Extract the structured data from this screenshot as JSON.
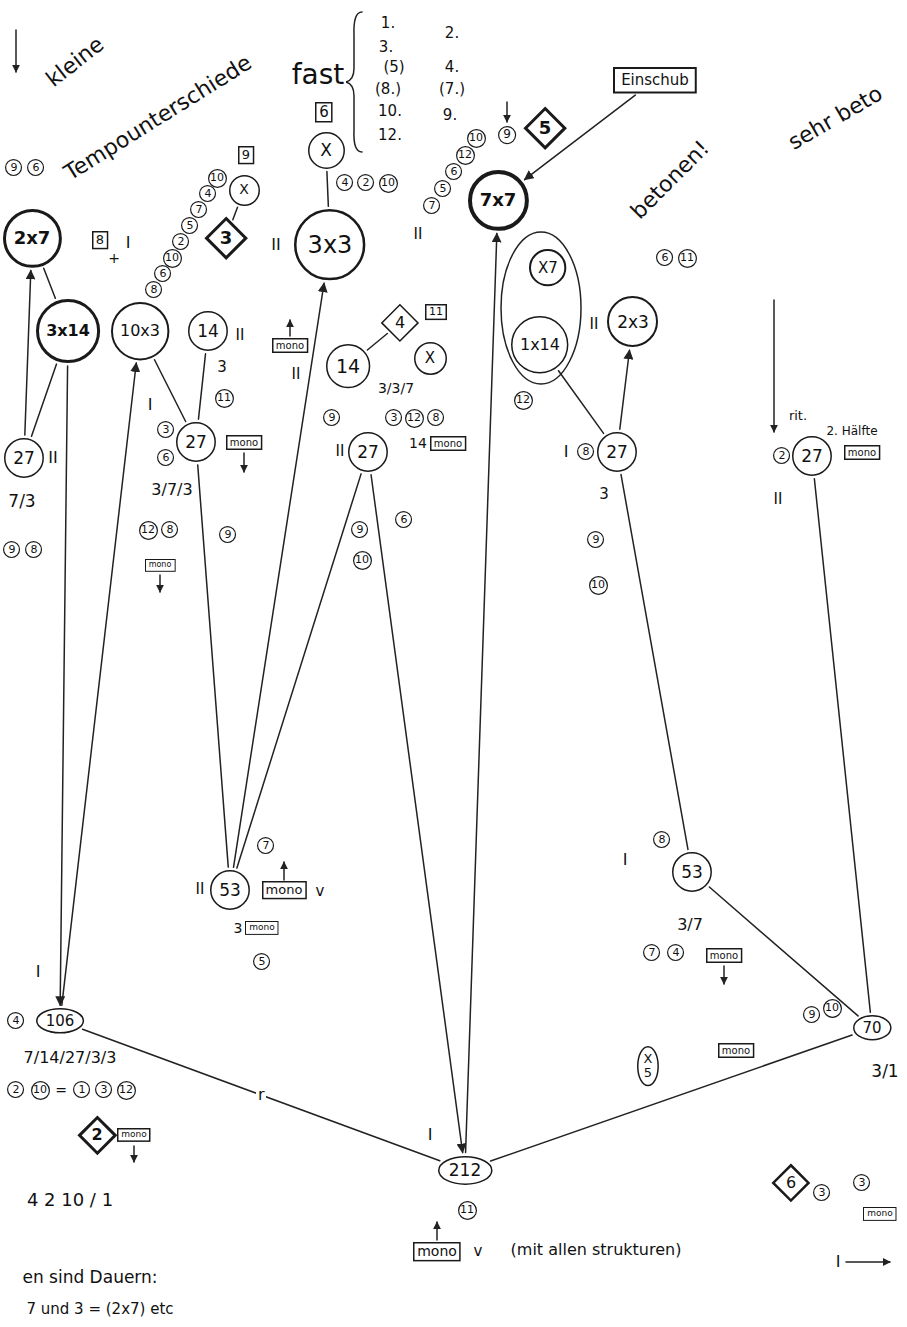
{
  "diagram": {
    "nodes": [
      {
        "text": [
          "2x7"
        ]
      },
      {
        "text": [
          "3x14"
        ]
      },
      {
        "text": [
          "10x3"
        ]
      },
      {
        "text": [
          "3"
        ]
      },
      {
        "text": [
          "X"
        ]
      },
      {
        "text": [
          "9"
        ]
      },
      {
        "text": [
          "14"
        ]
      },
      {
        "text": [
          "27"
        ]
      },
      {
        "text": [
          "27"
        ]
      },
      {
        "text": [
          "mono"
        ]
      },
      {
        "text": [
          "3x3"
        ]
      },
      {
        "text": [
          "X"
        ]
      },
      {
        "text": [
          "6"
        ]
      },
      {
        "text": [
          "4"
        ]
      },
      {
        "text": [
          "11"
        ]
      },
      {
        "text": [
          "X"
        ]
      },
      {
        "text": [
          "mono"
        ]
      },
      {
        "text": [
          "14"
        ]
      },
      {
        "text": [
          "27"
        ]
      },
      {
        "text": [
          "mono"
        ]
      },
      {
        "text": [
          "7x7"
        ]
      },
      {
        "text": [
          "5"
        ]
      },
      {
        "text": [
          "9"
        ]
      },
      {
        "text": [
          "Einschub"
        ]
      },
      {
        "text": [
          "X7"
        ]
      },
      {
        "text": [
          "1x14"
        ]
      },
      {
        "text": [
          "2x3"
        ]
      },
      {
        "text": [
          "27"
        ]
      },
      {
        "text": [
          "27"
        ]
      },
      {
        "text": [
          "mono"
        ]
      },
      {
        "text": [
          "53"
        ]
      },
      {
        "text": [
          "mono"
        ]
      },
      {
        "text": [
          "mono"
        ]
      },
      {
        "text": [
          "53"
        ]
      },
      {
        "text": [
          "mono"
        ]
      },
      {
        "text": [
          "X",
          "5"
        ]
      },
      {
        "text": [
          "mono"
        ]
      },
      {
        "text": [
          "106"
        ]
      },
      {
        "text": [
          "2"
        ]
      },
      {
        "text": [
          "mono"
        ]
      },
      {
        "text": [
          "212"
        ]
      },
      {
        "text": [
          "mono"
        ]
      },
      {
        "text": [
          "70"
        ]
      },
      {
        "text": [
          "6"
        ]
      },
      {
        "text": [
          "mono"
        ]
      },
      {
        "text": [
          "9"
        ]
      },
      {
        "text": [
          "6"
        ]
      },
      {
        "text": [
          "9"
        ]
      },
      {
        "text": [
          "8"
        ]
      },
      {
        "text": [
          "4"
        ]
      },
      {
        "text": [
          "2"
        ]
      },
      {
        "text": [
          "10"
        ]
      },
      {
        "text": [
          "1"
        ]
      },
      {
        "text": [
          "3"
        ]
      },
      {
        "text": [
          "12"
        ]
      },
      {
        "text": [
          "3"
        ]
      },
      {
        "text": [
          "6"
        ]
      },
      {
        "text": [
          "12"
        ]
      },
      {
        "text": [
          "8"
        ]
      },
      {
        "text": [
          "9"
        ]
      },
      {
        "text": [
          "11"
        ]
      },
      {
        "text": [
          "7"
        ]
      },
      {
        "text": [
          "5"
        ]
      },
      {
        "text": [
          "4"
        ]
      },
      {
        "text": [
          "2"
        ]
      },
      {
        "text": [
          "10"
        ]
      },
      {
        "text": [
          "9"
        ]
      },
      {
        "text": [
          "3"
        ]
      },
      {
        "text": [
          "12"
        ]
      },
      {
        "text": [
          "8"
        ]
      },
      {
        "text": [
          "9"
        ]
      },
      {
        "text": [
          "10"
        ]
      },
      {
        "text": [
          "6"
        ]
      },
      {
        "text": [
          "8"
        ]
      },
      {
        "text": [
          "9"
        ]
      },
      {
        "text": [
          "10"
        ]
      },
      {
        "text": [
          "2"
        ]
      },
      {
        "text": [
          "8"
        ]
      },
      {
        "text": [
          "7"
        ]
      },
      {
        "text": [
          "4"
        ]
      },
      {
        "text": [
          "10"
        ]
      },
      {
        "text": [
          "9"
        ]
      },
      {
        "text": [
          "3"
        ]
      },
      {
        "text": [
          "3"
        ]
      },
      {
        "text": [
          "11"
        ]
      },
      {
        "text": [
          "6"
        ]
      },
      {
        "text": [
          "11"
        ]
      },
      {
        "text": [
          "12"
        ]
      },
      {
        "text": [
          "7"
        ]
      },
      {
        "text": [
          "5"
        ]
      },
      {
        "text": [
          "6"
        ]
      },
      {
        "text": [
          "12"
        ]
      },
      {
        "text": [
          "10"
        ]
      },
      {
        "text": [
          "8"
        ]
      },
      {
        "text": [
          "6"
        ]
      },
      {
        "text": [
          "10"
        ]
      },
      {
        "text": [
          "2"
        ]
      },
      {
        "text": [
          "5"
        ]
      },
      {
        "text": [
          "7"
        ]
      },
      {
        "text": [
          "4"
        ]
      },
      {
        "text": [
          "10"
        ]
      },
      {
        "text": [
          "8"
        ]
      },
      {
        "text": [
          "mono"
        ]
      }
    ],
    "edges": [
      {
        "from": 7,
        "to": 0,
        "arrow": "to"
      },
      {
        "from": 1,
        "to": 0,
        "arrow": "none"
      },
      {
        "from": 1,
        "to": 7,
        "arrow": "none"
      },
      {
        "from": 1,
        "to": 37,
        "arrow": "to"
      },
      {
        "from": 37,
        "to": 2,
        "arrow": "to"
      },
      {
        "from": 2,
        "to": 8,
        "arrow": "none"
      },
      {
        "from": 6,
        "to": 8,
        "arrow": "none"
      },
      {
        "from": 13,
        "to": 17,
        "arrow": "none"
      },
      {
        "from": 30,
        "to": 10,
        "arrow": "to"
      },
      {
        "from": 30,
        "to": 8,
        "arrow": "none"
      },
      {
        "from": 30,
        "to": 18,
        "arrow": "none"
      },
      {
        "from": 18,
        "to": 40,
        "arrow": "to"
      },
      {
        "from": 40,
        "to": 20,
        "arrow": "to"
      },
      {
        "from": 27,
        "to": 25,
        "arrow": "none"
      },
      {
        "from": 27,
        "to": 26,
        "arrow": "to"
      },
      {
        "from": 23,
        "to": 20,
        "arrow": "to"
      },
      {
        "from": 27,
        "to": 33,
        "arrow": "none"
      },
      {
        "from": 33,
        "to": 42,
        "arrow": "none"
      },
      {
        "from": 28,
        "to": 42,
        "arrow": "none"
      },
      {
        "from": 37,
        "to": 40,
        "label": "r",
        "arrow": "none"
      },
      {
        "from": 40,
        "to": 42,
        "arrow": "none"
      },
      {
        "from": 11,
        "to": 10,
        "arrow": "none"
      },
      {
        "from": 4,
        "to": 3,
        "arrow": "none"
      }
    ],
    "labels": [
      "kleine",
      "Tempounterschiede",
      "fast",
      "1.",
      "2.",
      "3.",
      "(5)",
      "4.",
      "(8.)",
      "(7.)",
      "10.",
      "9.",
      "12.",
      "betonen!",
      "sehr beto",
      "I",
      "+",
      "II",
      "7/3",
      "I",
      "3/7/3",
      "3",
      "II",
      "II",
      "II",
      "3/3/7",
      "II",
      "14",
      "I",
      "3",
      "II",
      "II",
      "rit.",
      "2. Hälfte",
      "II",
      "3",
      "v",
      "I",
      "3/7",
      "I",
      "7/14/27/3/3",
      "=",
      "4 2 10 / 1",
      "en sind Dauern:",
      "7 und 3 = (2x7) etc",
      "I",
      "v",
      "(mit allen strukturen)",
      "3/1",
      "I",
      "II"
    ]
  }
}
